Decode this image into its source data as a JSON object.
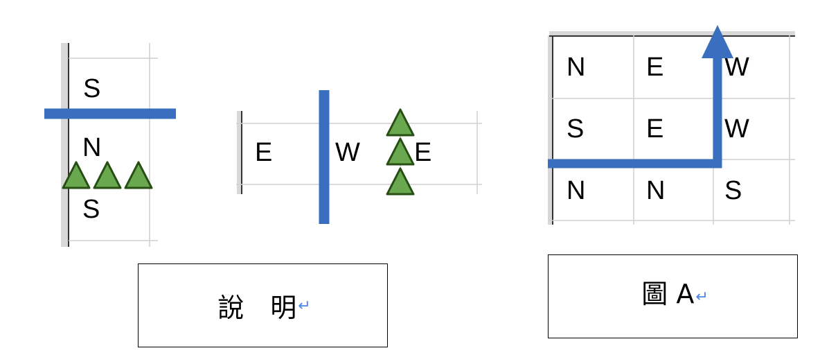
{
  "colors": {
    "grid_line": "#cfcfcf",
    "sheet_edge": "#d8d8d8",
    "bar": "#3a6fbf",
    "triangle_fill": "#6aa84f",
    "triangle_stroke": "#274e13",
    "return_mark": "#4a86e8"
  },
  "vertical_example": {
    "cells": [
      "S",
      "N",
      "S"
    ]
  },
  "horizontal_example": {
    "cells": [
      "E",
      "W",
      "E"
    ]
  },
  "figure_a": {
    "cells": [
      [
        "N",
        "E",
        "W"
      ],
      [
        "S",
        "E",
        "W"
      ],
      [
        "N",
        "N",
        "S"
      ]
    ]
  },
  "captions": {
    "explanation": "說　明",
    "figure_a": "圖 A",
    "return_mark": "↵"
  },
  "icons": {
    "triangle": "green-triangle-icon",
    "arrow": "blue-up-arrow-icon"
  }
}
